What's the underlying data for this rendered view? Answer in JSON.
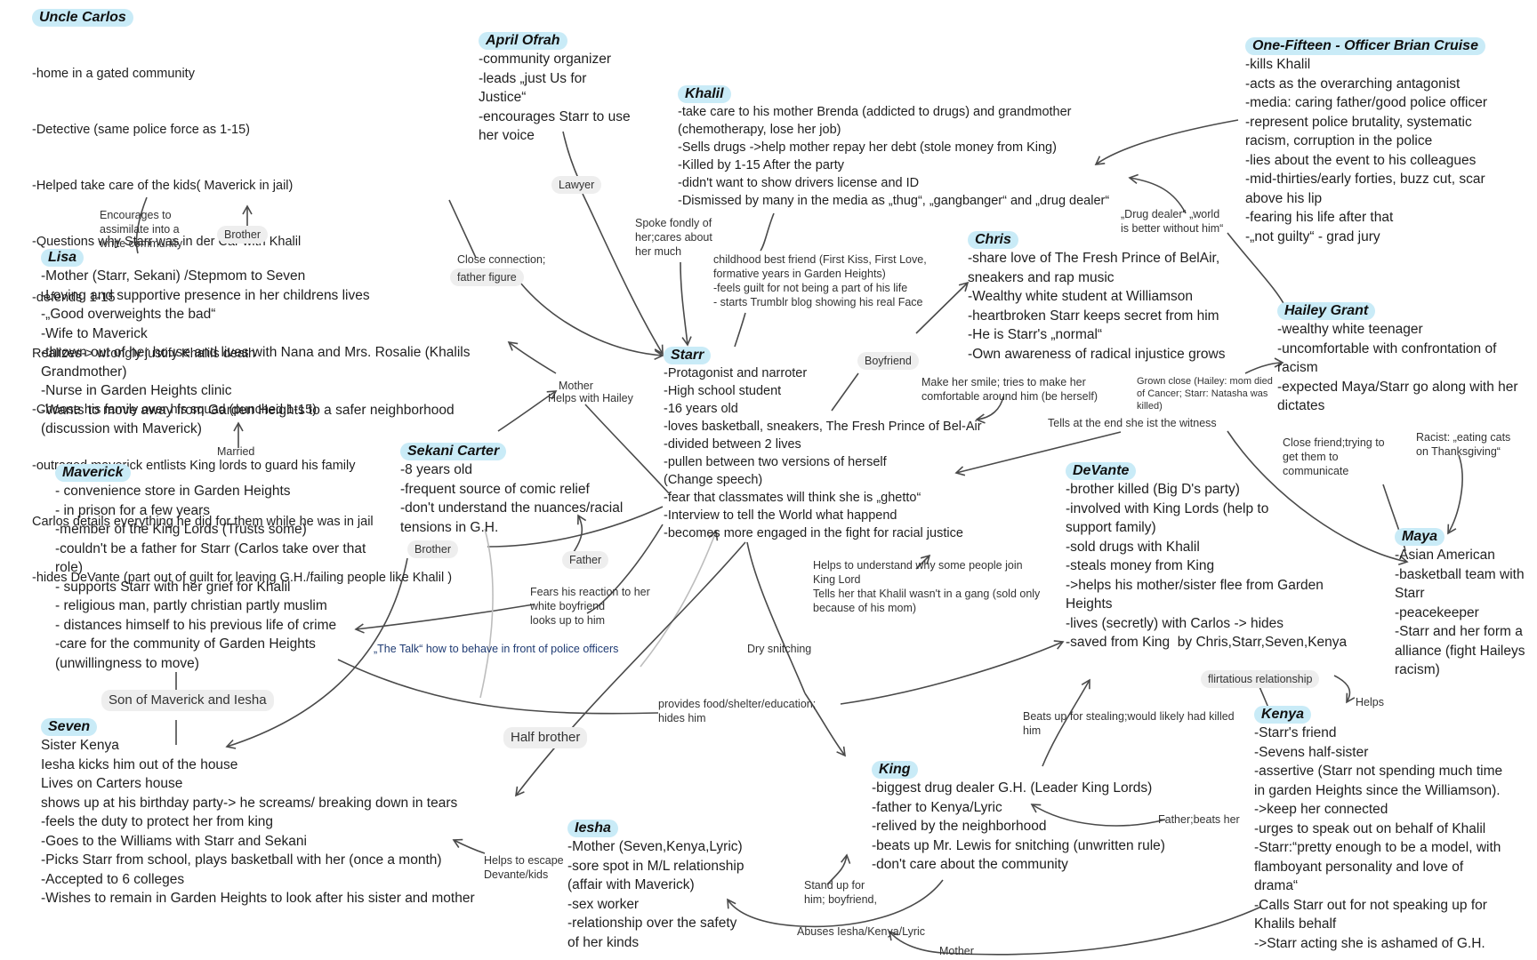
{
  "nodes": {
    "carlos": {
      "title": "Uncle Carlos",
      "lines": [
        "-home in a gated community",
        "-Detective (same police force as 1-15)",
        "-Helped take care of the kids( Maverick in jail)",
        "-Questions why Starr was in der Car with Khalil",
        "-defends  1-15",
        "Realizes-> wrongly justify Khalils death",
        "-Choose his family over his squad (punched 1-15)",
        "-outraged maverick entlists King lords to guard his family",
        "Carlos details everything he did for them while he was in jail",
        "-hides DeVante (part out of guilt for leaving G.H./failing people like Khalil )"
      ]
    },
    "april": {
      "title": "April Ofrah",
      "lines": [
        "-community organizer",
        "-leads „just Us for",
        "Justice“",
        "-encourages Starr to use",
        "her voice"
      ]
    },
    "khalil": {
      "title": "Khalil",
      "lines": [
        "-take care to his mother Brenda (addicted to drugs) and grandmother",
        "(chemotherapy, lose her job)",
        "-Sells drugs ->help mother repay her debt (stole money from King)",
        "-Killed by 1-15 After the party",
        "-didn't want to show drivers license and ID",
        "-Dismissed by many in the media as „thug“, „gangbanger“ and „drug dealer“"
      ]
    },
    "onefifteen": {
      "title": "One-Fifteen - Officer Brian Cruise",
      "lines": [
        "-kills Khalil",
        "-acts as the overarching antagonist",
        "-media: caring father/good police officer",
        "-represent police brutality, systematic",
        "racism, corruption in the police",
        "-lies about the event to his colleagues",
        "-mid-thirties/early forties, buzz cut, scar",
        "above his lip",
        "-fearing his life after that",
        "-„not guilty“ - grad jury"
      ]
    },
    "lisa": {
      "title": "Lisa",
      "lines": [
        "-Mother (Starr, Sekani) /Stepmom to Seven",
        "-Loving and supportive presence in her childrens lives",
        "-„Good overweights the bad“",
        "-Wife to Maverick",
        "-thrown out of her house and lives with Nana and Mrs. Rosalie (Khalils",
        "Grandmother)",
        "-Nurse in Garden Heights clinic",
        "-Wants to move away from Garden Heights to a safer neighborhood",
        "(discussion with Maverick)"
      ]
    },
    "chris": {
      "title": "Chris",
      "lines": [
        "-share love of The Fresh Prince of BelAir,",
        "sneakers and rap music",
        "-Wealthy white student at Williamson",
        "-heartbroken Starr keeps secret from him",
        "-He is Starr's „normal“",
        "-Own awareness of radical injustice grows"
      ]
    },
    "hailey": {
      "title": "Hailey Grant",
      "lines": [
        "-wealthy white teenager",
        "-uncomfortable with confrontation of",
        "racism",
        "-expected Maya/Starr go along with her",
        "dictates"
      ]
    },
    "starr": {
      "title": "Starr",
      "lines": [
        "-Protagonist and narroter",
        "-High school student",
        "-16 years old",
        "-loves basketball, sneakers, The Fresh Prince of Bel-Air",
        "-divided between 2 lives",
        "-pullen between two versions of herself",
        "(Change speech)",
        "-fear that classmates will think she is „ghetto“",
        "-Interview to tell the World what happend",
        "-becomes more engaged in the fight for racial justice"
      ]
    },
    "sekani": {
      "title": "Sekani Carter",
      "lines": [
        "-8 years old",
        "-frequent source of comic relief",
        "-don't understand the nuances/racial",
        "tensions in G.H."
      ]
    },
    "maverick": {
      "title": "Maverick",
      "lines": [
        "- convenience store in Garden Heights",
        "- in prison for a few years",
        "-member of the King Lords (Trusts some)",
        "-couldn't be a father for Starr (Carlos take over that",
        "role)",
        "- supports Starr with her grief for Khalil",
        "- religious man, partly christian partly muslim",
        "- distances himself to his previous life of crime",
        "-care for the community of Garden Heights",
        "(unwillingness to move)"
      ]
    },
    "devante": {
      "title": "DeVante",
      "lines": [
        "-brother killed (Big D's party)",
        "-involved with King Lords (help to",
        "support family)",
        "-sold drugs with Khalil",
        "-steals money from King",
        "->helps his mother/sister flee from Garden",
        "Heights",
        "-lives (secretly) with Carlos -> hides",
        "-saved from King  by Chris,Starr,Seven,Kenya"
      ]
    },
    "maya": {
      "title": "Maya",
      "lines": [
        "-Asian American",
        "-basketball team with",
        "Starr",
        "-peacekeeper",
        "-Starr and her form a",
        "alliance (fight Haileys",
        "racism)"
      ]
    },
    "seven": {
      "title": "Seven",
      "lines": [
        "Sister Kenya",
        "Iesha kicks him out of the house",
        "Lives on Carters house",
        "shows up at his birthday party-> he screams/ breaking down in tears",
        "-feels the duty to protect her from king",
        "-Goes to the Williams with Starr and Sekani",
        "-Picks Starr from school, plays basketball with her (once a month)",
        "-Accepted to 6 colleges",
        "-Wishes to remain in Garden Heights to look after his sister and mother"
      ]
    },
    "iesha": {
      "title": "Iesha",
      "lines": [
        "-Mother (Seven,Kenya,Lyric)",
        "-sore spot in M/L relationship",
        "(affair with Maverick)",
        "-sex worker",
        "-relationship over the safety",
        "of her kinds"
      ]
    },
    "king": {
      "title": "King",
      "lines": [
        "-biggest drug dealer G.H. (Leader King Lords)",
        "-father to Kenya/Lyric",
        "-relived by the neighborhood",
        "-beats up Mr. Lewis for snitching (unwritten rule)",
        "-don't care about the community"
      ]
    },
    "kenya": {
      "title": "Kenya",
      "lines": [
        "-Starr's friend",
        "-Sevens half-sister",
        "-assertive (Starr not spending much time",
        "in garden Heights since the Williamson).",
        "->keep her connected",
        "-urges to speak out on behalf of Khalil",
        "-Starr:“pretty enough to be a model, with",
        "flamboyant personality and love of",
        "drama“",
        "-Calls Starr out for not speaking up for",
        "Khalils behalf",
        "->Starr acting she is ashamed of G.H."
      ]
    }
  },
  "labels": {
    "encourages": "Encourages to\nassimilate into a\nwhite community",
    "brother_carlos": "Brother",
    "close_connection": "Close connection;",
    "father_figure": "father figure",
    "lawyer": "Lawyer",
    "spoke_fondly": "Spoke fondly of\nher;cares about\nher much",
    "childhood": "childhood best friend (First Kiss, First Love,\nformative years in Garden Heights)\n-feels guilt for not being a part of his life\n- starts Trumblr blog showing his real Face",
    "drug_dealer": "„Drug dealer“ „world\nis better without him“",
    "boyfriend": "Boyfriend",
    "make_smile": "Make her smile; tries to make her\ncomfortable around him (be herself)",
    "grown_close": "Grown close (Hailey: mom died\nof Cancer; Starr: Natasha was\nkilled)",
    "tells_end": "Tells at the end she ist the witness",
    "mother_label": "Mother",
    "helps_hailey": "Helps with Hailey",
    "married": "Married",
    "brother_sekani": "Brother",
    "father_label": "Father",
    "fears": "Fears his reaction to her\nwhite boyfriend\nlooks up to him",
    "the_talk": "„The Talk“ how to behave in front of police officers",
    "close_friend": "Close friend;trying to\nget them to\ncommunicate",
    "racist": "Racist: „eating cats\non Thanksgiving“",
    "helps_understand": "Helps to understand why some people join\nKing Lord\nTells her that Khalil wasn't in a gang (sold only\nbecause of his mom)",
    "dry_snitching": "Dry snitching",
    "flirtatious": "flirtatious relationship",
    "helps_kenya": "Helps",
    "son_of": "Son of Maverick and Iesha",
    "provides": "provides food/shelter/education;\nhides him",
    "half_brother": "Half brother",
    "beats_stealing": "Beats up for stealing;would likely had killed\nhim",
    "father_beats": "Father;beats her",
    "helps_escape": "Helps to escape\nDevante/kids",
    "stand_up": "Stand up for\nhim; boyfriend,",
    "abuses": "Abuses Iesha/Kenya/Lyric",
    "mother_bottom": "Mother"
  }
}
